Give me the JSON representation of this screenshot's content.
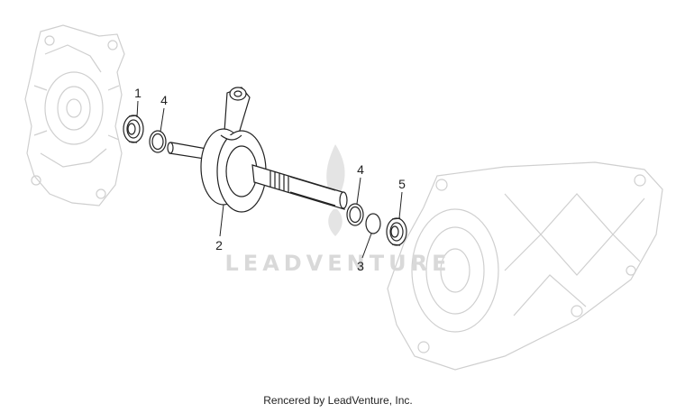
{
  "diagram": {
    "callouts": [
      {
        "id": "1",
        "label": "1",
        "part": "bearing"
      },
      {
        "id": "4a",
        "label": "4",
        "part": "shim"
      },
      {
        "id": "2",
        "label": "2",
        "part": "crankshaft"
      },
      {
        "id": "4b",
        "label": "4",
        "part": "shim"
      },
      {
        "id": "5",
        "label": "5",
        "part": "bearing"
      },
      {
        "id": "3",
        "label": "3",
        "part": "o-ring"
      }
    ]
  },
  "watermark": {
    "text": "LEADVENTURE"
  },
  "footer": {
    "credit": "Rencered by LeadVenture, Inc."
  },
  "colors": {
    "line": "#222222",
    "ghost": "#cfcfcf",
    "watermark": "#d9d9d9"
  }
}
